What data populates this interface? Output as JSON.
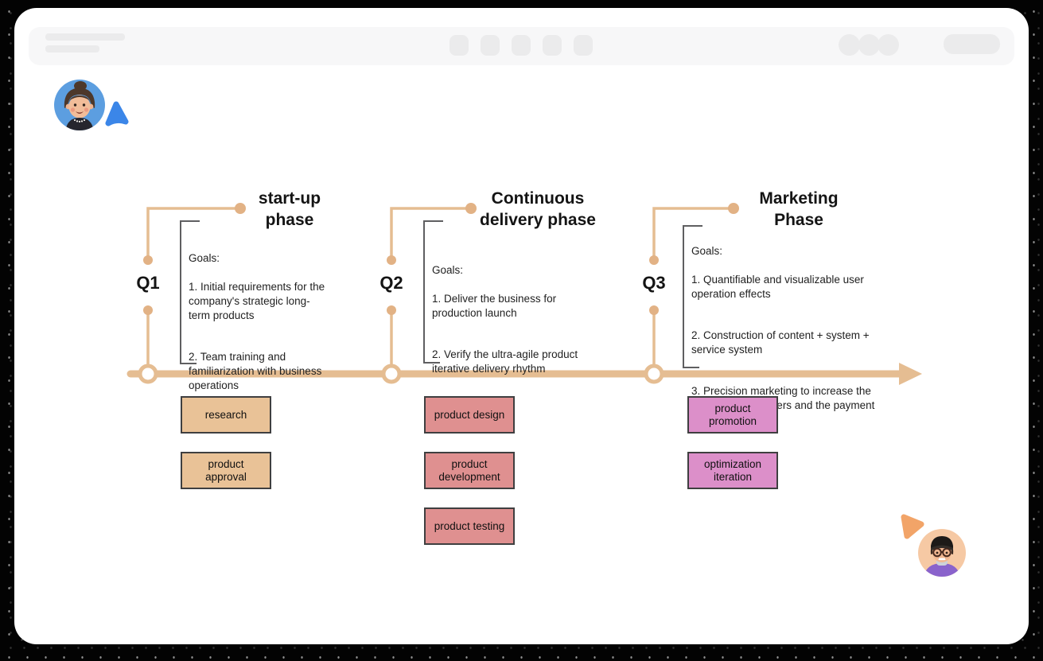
{
  "topbar": {
    "note": "placeholder chrome, no visible text",
    "placeholder_color": "#ebebec",
    "bar_color": "#f7f7f8"
  },
  "diagram": {
    "phases": [
      {
        "quarter": "Q1",
        "title": "start-up\nphase",
        "goals_heading": "Goals:",
        "goals": [
          "1. Initial requirements for the\ncompany's strategic long-\nterm products",
          "2. Team training and\nfamiliarization with business\noperations"
        ],
        "tasks": [
          "research",
          "product\napproval"
        ],
        "task_fill": "#e9c297"
      },
      {
        "quarter": "Q2",
        "title": "Continuous\ndelivery phase",
        "goals_heading": "Goals:",
        "goals": [
          "1. Deliver the business for\nproduction launch",
          "2. Verify the ultra-agile product\niterative delivery rhythm"
        ],
        "tasks": [
          "product design",
          "product\ndevelopment",
          "product testing"
        ],
        "task_fill": "#df9090"
      },
      {
        "quarter": "Q3",
        "title": "Marketing\nPhase",
        "goals_heading": "Goals:",
        "goals": [
          "1. Quantifiable and visualizable user\noperation effects",
          "2. Construction of content + system +\nservice system",
          "3. Precision marketing to increase the\nnumber of new users and the payment\nrate"
        ],
        "tasks": [
          "product\npromotion",
          "optimization\niteration"
        ],
        "task_fill": "#dc8fc9"
      }
    ],
    "colors": {
      "timeline_tan": "#e5bd92",
      "connector_dot": "#e2b285",
      "bracket_gray": "#5f5f61",
      "task_border": "#3f3f40",
      "text": "#1f1f1f"
    }
  },
  "collaborators": {
    "top_left_avatar_bg": "#5c9ee0",
    "top_left_cursor_color": "#3b86e8",
    "bottom_right_avatar_bg": "#f6c9a4",
    "bottom_right_cursor_color": "#f2a468"
  }
}
